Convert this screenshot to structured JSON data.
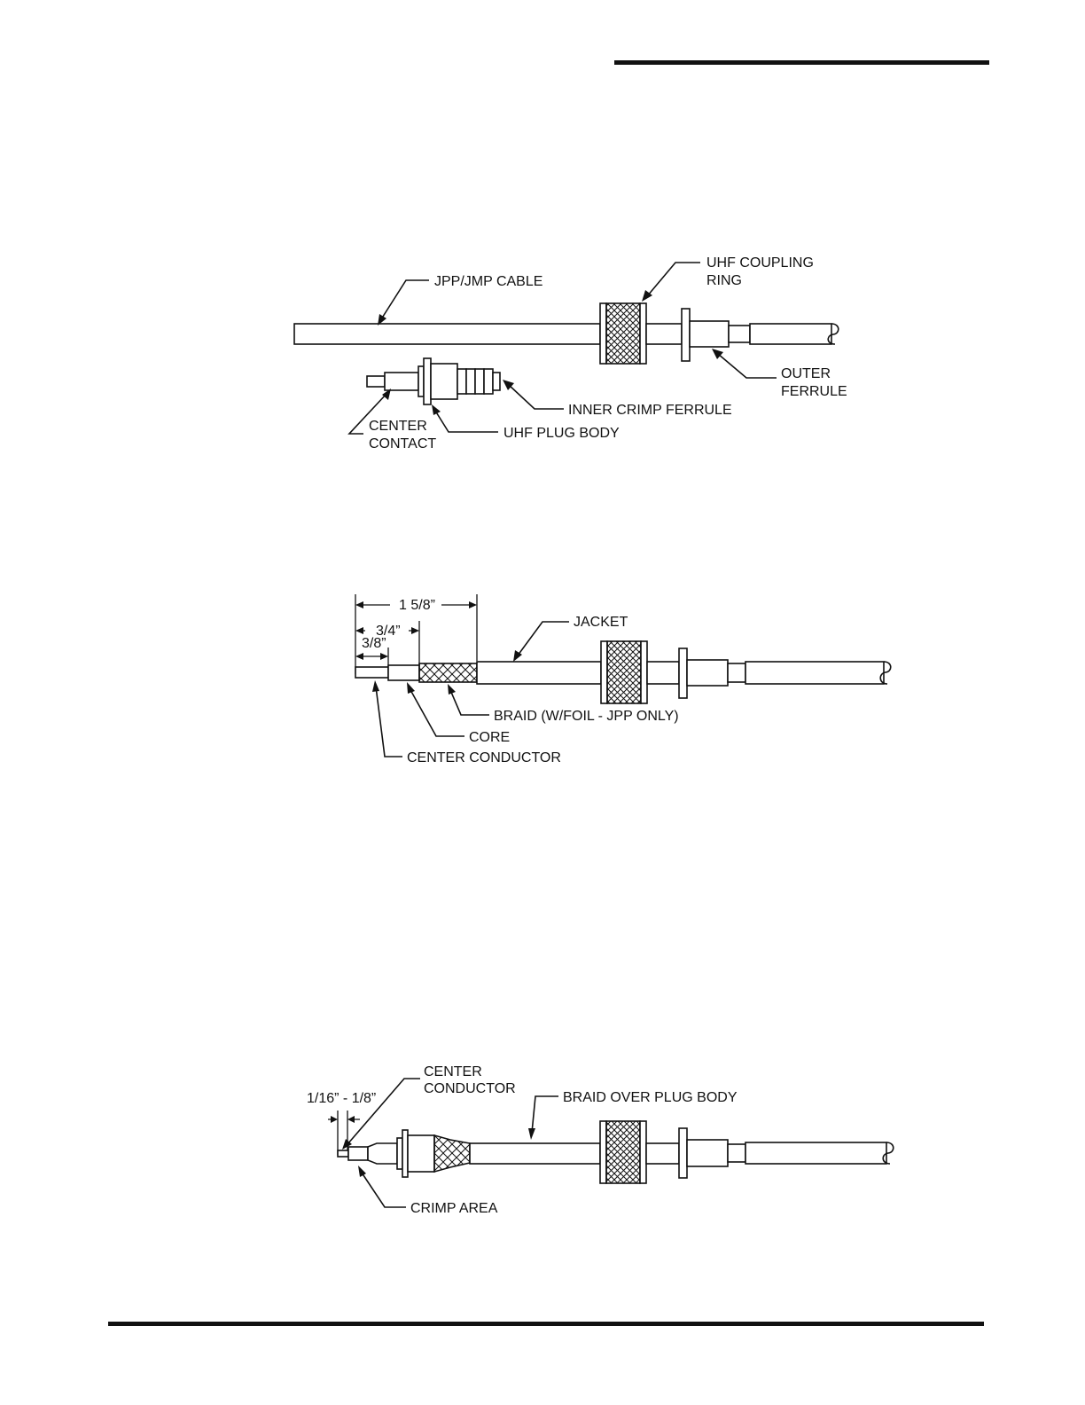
{
  "colors": {
    "ink": "#111111",
    "paper": "#ffffff"
  },
  "figure1": {
    "jpp_jmp_cable": "JPP/JMP CABLE",
    "uhf_coupling_ring": [
      "UHF COUPLING",
      "RING"
    ],
    "outer_ferrule": [
      "OUTER",
      "FERRULE"
    ],
    "inner_crimp_ferrule": "INNER CRIMP FERRULE",
    "center_contact": [
      "CENTER",
      "CONTACT"
    ],
    "uhf_plug_body": "UHF PLUG BODY"
  },
  "figure2": {
    "dim_1_5_8": "1 5/8”",
    "dim_3_4": "3/4”",
    "dim_3_8": "3/8”",
    "jacket": "JACKET",
    "braid": "BRAID (W/FOIL - JPP ONLY)",
    "core": "CORE",
    "center_conductor": "CENTER CONDUCTOR"
  },
  "figure3": {
    "center_conductor": [
      "CENTER",
      "CONDUCTOR"
    ],
    "dim_1_16_1_8": "1/16” - 1/8”",
    "braid_over_plug_body": "BRAID OVER PLUG BODY",
    "crimp_area": "CRIMP AREA"
  }
}
